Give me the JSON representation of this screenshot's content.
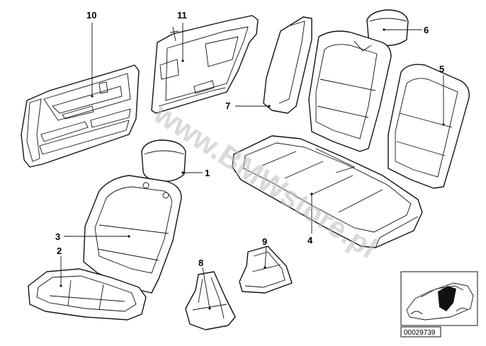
{
  "watermark": "www.BMWstore.pl",
  "reference_code": "00029739",
  "callouts": [
    {
      "id": "callout-1",
      "label": "1"
    },
    {
      "id": "callout-2",
      "label": "2"
    },
    {
      "id": "callout-3",
      "label": "3"
    },
    {
      "id": "callout-4",
      "label": "4"
    },
    {
      "id": "callout-5",
      "label": "5"
    },
    {
      "id": "callout-6",
      "label": "6"
    },
    {
      "id": "callout-7",
      "label": "7"
    },
    {
      "id": "callout-8",
      "label": "8"
    },
    {
      "id": "callout-9",
      "label": "9"
    },
    {
      "id": "callout-10",
      "label": "10"
    },
    {
      "id": "callout-11",
      "label": "11"
    }
  ]
}
